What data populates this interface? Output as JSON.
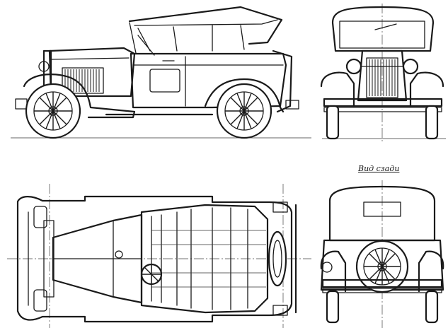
{
  "labels": {
    "rear_view": "Вид сзади"
  },
  "views": [
    {
      "id": "side-view"
    },
    {
      "id": "front-view"
    },
    {
      "id": "top-view"
    },
    {
      "id": "rear-view"
    }
  ],
  "colors": {
    "ink": "#1a1a1a",
    "paper": "#ffffff"
  }
}
